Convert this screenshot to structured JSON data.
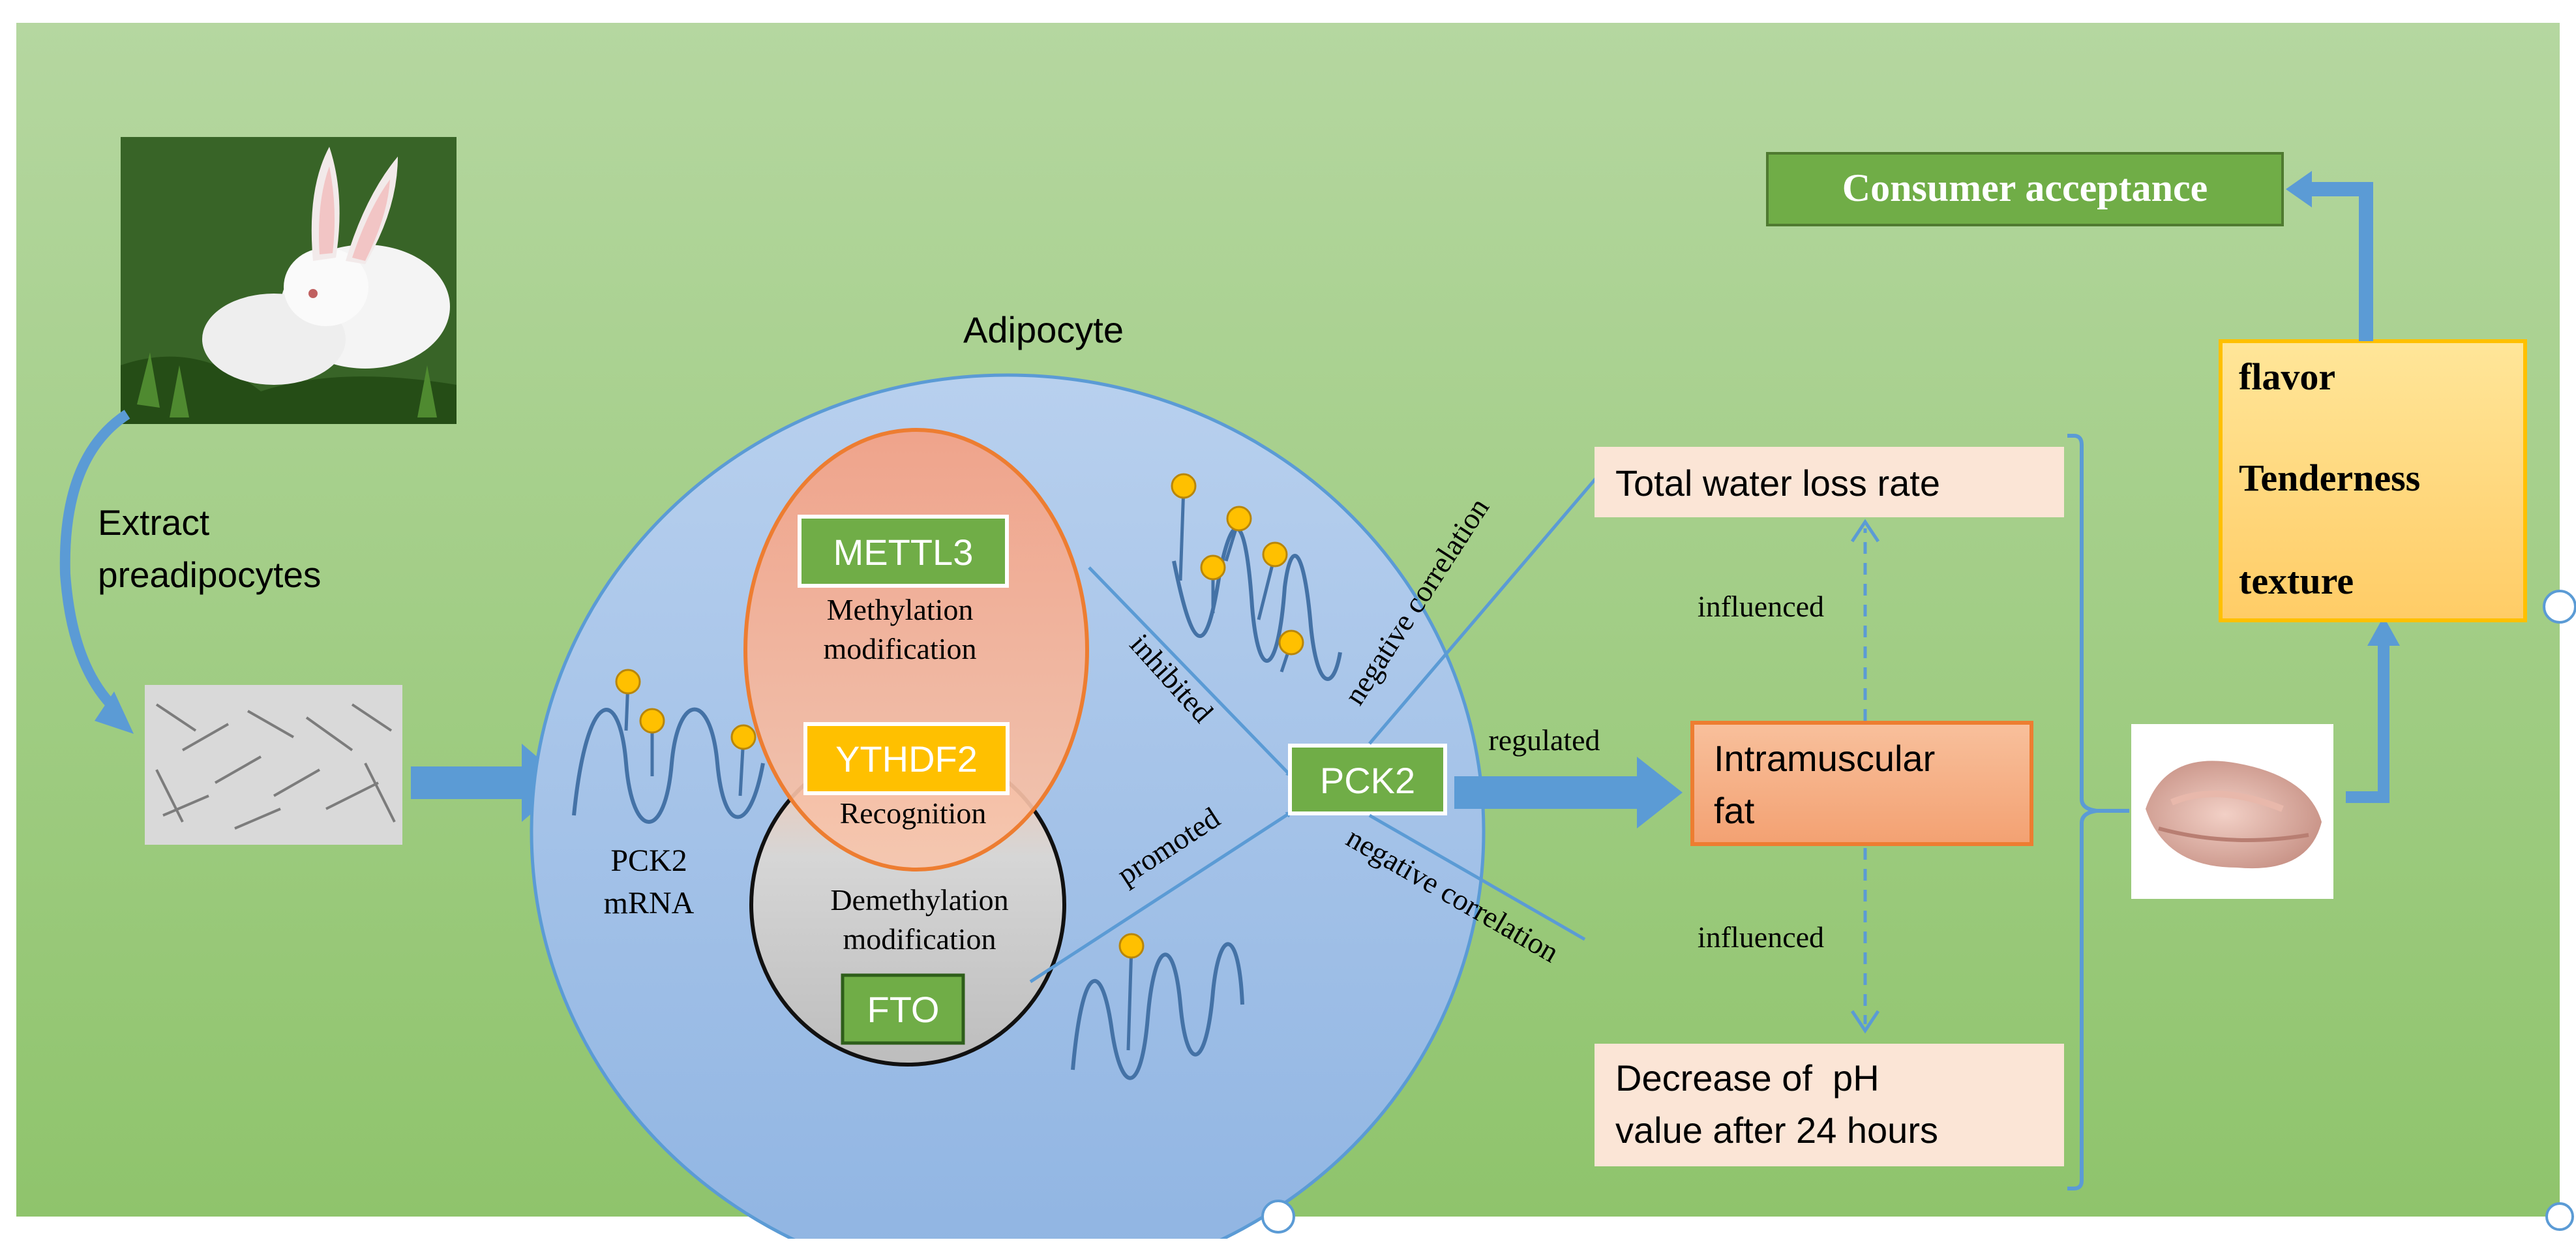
{
  "labels": {
    "extract": [
      "Extract",
      "preadipocytes"
    ],
    "adipocyte": "Adipocyte",
    "mrna": [
      "PCK2",
      "mRNA"
    ],
    "mettl3": "METTL3",
    "methylation": [
      "Methylation",
      "modification"
    ],
    "ythdf2": "YTHDF2",
    "recognition": "Recognition",
    "demethylation": [
      "Demethylation",
      "modification"
    ],
    "fto": "FTO",
    "inhibited": "inhibited",
    "promoted": "promoted",
    "pck2": "PCK2",
    "regulated": "regulated",
    "neg_corr_top": "negative correlation",
    "neg_corr_bottom": "negative correlation",
    "water_loss": "Total water loss rate",
    "influenced_top": "influenced",
    "influenced_bottom": "influenced",
    "imf": [
      "Intramuscular",
      "fat"
    ],
    "ph": [
      "Decrease of  pH",
      "value after 24 hours"
    ],
    "consumer": "Consumer acceptance",
    "qualities": [
      "flavor",
      "Tenderness",
      "texture"
    ]
  },
  "colors": {
    "background": "#a9d18e",
    "cell": "#a4c2e8",
    "cell_border": "#5b9bd5",
    "green_box": "#70ad47",
    "yellow_box": "#ffc000",
    "salmon_box": "#f4b183",
    "peach_box": "#fbe5d6",
    "arrow": "#5b9bd5",
    "dot": "#ffc000"
  }
}
